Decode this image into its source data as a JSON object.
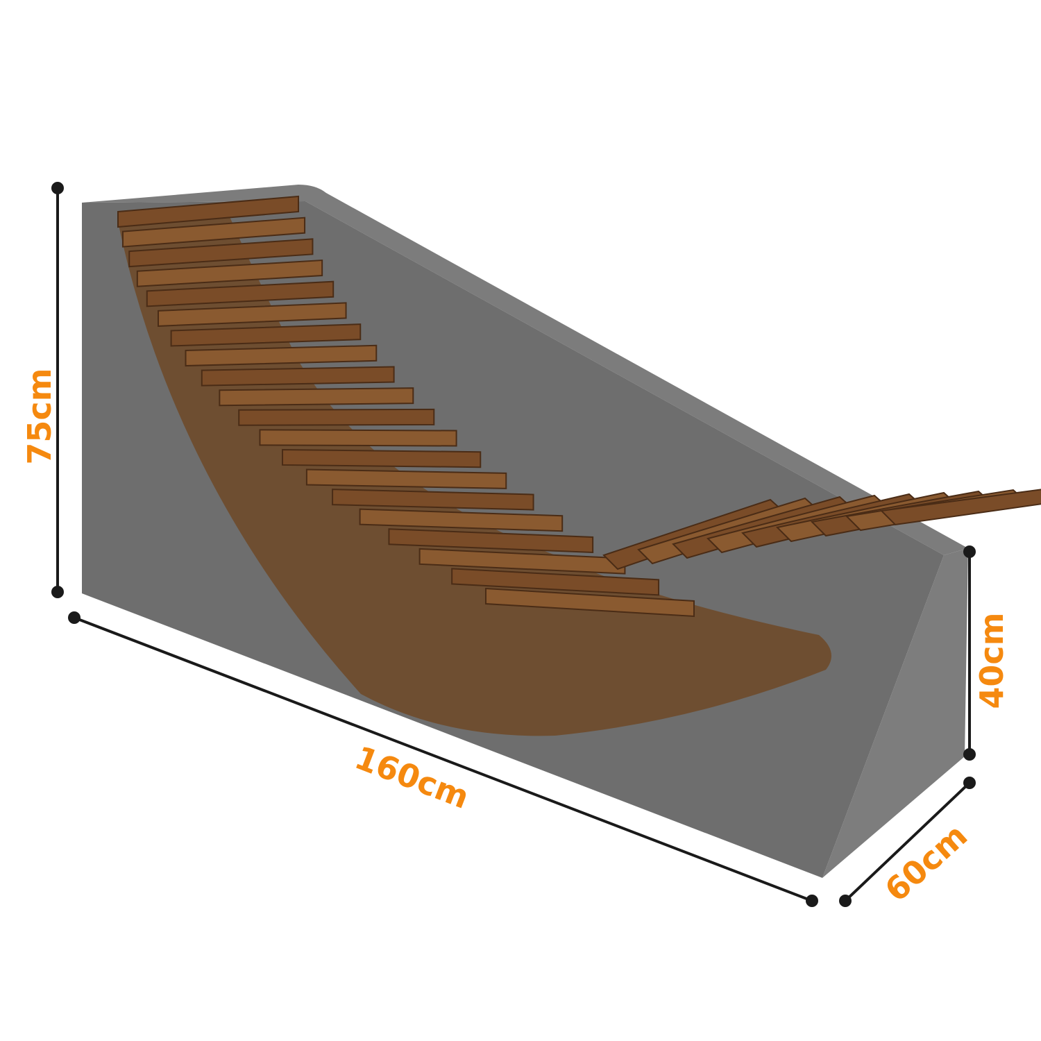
{
  "dimensions": {
    "height_back": "75cm",
    "height_front": "40cm",
    "length": "160cm",
    "width": "60cm"
  },
  "colors": {
    "label": "#f5890f",
    "dimension_line": "#1a1a1a",
    "cover_front": "#6f6f6f",
    "cover_top": "#7a7a7a",
    "cover_side": "#7c7c7c",
    "wood": "#7a4a25"
  }
}
